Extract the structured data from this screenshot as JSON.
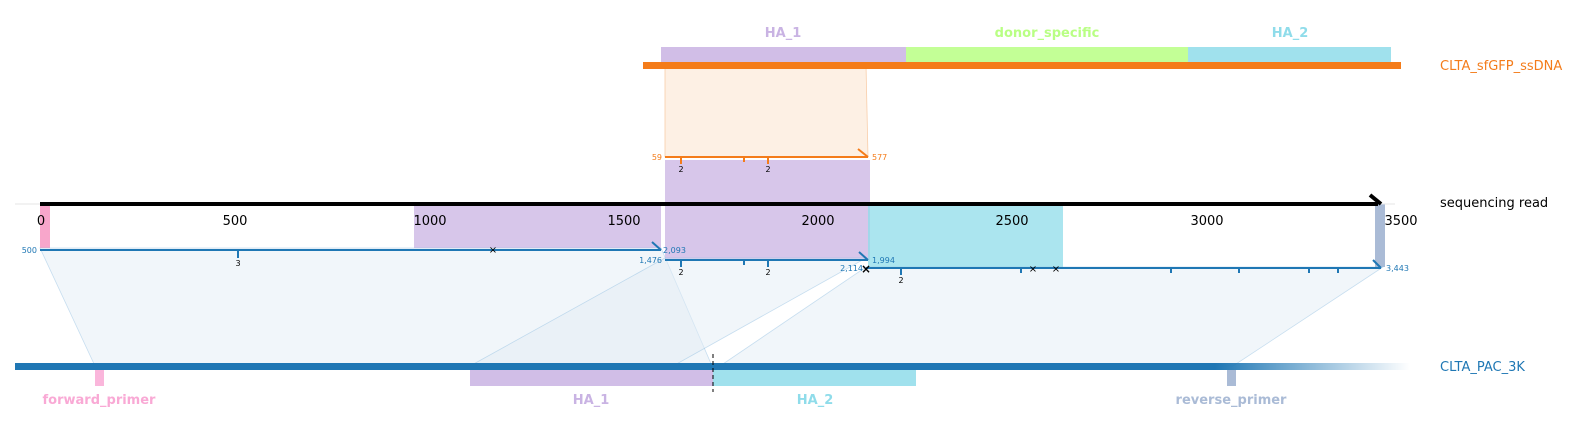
{
  "colors": {
    "read": "#000000",
    "donor": "#f47c1a",
    "target": "#1f77b4",
    "HA_1": "#c9b3e3",
    "donor_specific": "#b9ff84",
    "HA_2": "#8fdcea",
    "forward_primer": "#f9a9d5",
    "reverse_primer": "#aabbd6",
    "red_mark": "#f36aa8"
  },
  "read": {
    "label": "sequencing read",
    "axis_ticks": [
      "0",
      "500",
      "1000",
      "1500",
      "2000",
      "2500",
      "3000",
      "3500"
    ]
  },
  "donor": {
    "label": "CLTA_sfGFP_ssDNA",
    "features": {
      "HA_1": "HA_1",
      "donor_specific": "donor_specific",
      "HA_2": "HA_2"
    },
    "alignment": {
      "start": "59",
      "end": "577",
      "marks": [
        "2",
        "2"
      ]
    }
  },
  "target": {
    "label": "CLTA_PAC_3K",
    "features": {
      "forward_primer": "forward_primer",
      "HA_1": "HA_1",
      "HA_2": "HA_2",
      "reverse_primer": "reverse_primer"
    }
  },
  "alignments": [
    {
      "start": "500",
      "end": "2,093",
      "marks": [
        "3"
      ]
    },
    {
      "start": "1,476",
      "end": "1,994",
      "marks": [
        "2",
        "2"
      ]
    },
    {
      "start": "2,114",
      "end": "3,443",
      "marks": [
        "2"
      ]
    }
  ]
}
